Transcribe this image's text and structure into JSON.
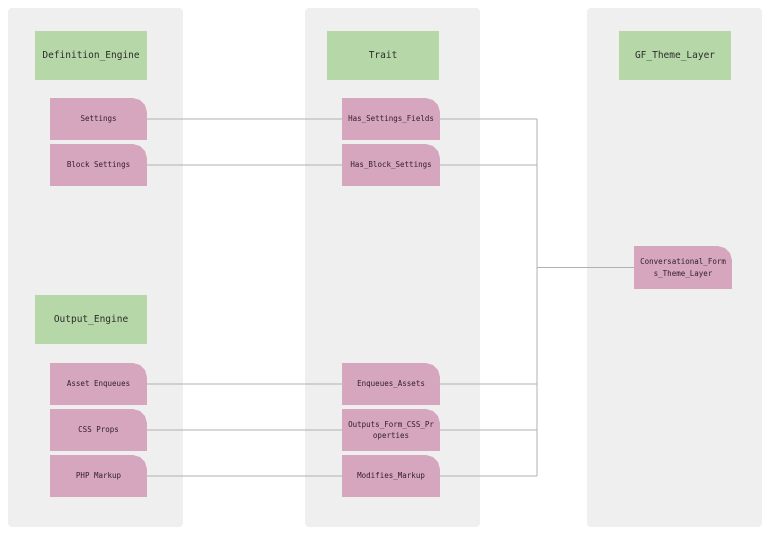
{
  "colors": {
    "background": "#ffffff",
    "lane_bg": "#efefef",
    "header_fill": "#b6d7a8",
    "node_fill": "#d5a6bd",
    "edge_line": "#b0b0b0",
    "header_text": "#2d2d2d",
    "node_text": "#33202e"
  },
  "headers": {
    "definition_engine": "Definition_Engine",
    "trait": "Trait",
    "gf_theme_layer": "GF_Theme_Layer",
    "output_engine": "Output_Engine"
  },
  "nodes": {
    "settings": "Settings",
    "block_settings": "Block Settings",
    "asset_enqueues": "Asset Enqueues",
    "css_props": "CSS Props",
    "php_markup": "PHP Markup",
    "has_settings_fields": "Has_Settings_Fields",
    "has_block_settings": "Has_Block_Settings",
    "enqueues_assets": "Enqueues_Assets",
    "outputs_form_css_properties": "Outputs_Form_CSS_Pr\noperties",
    "modifies_markup": "Modifies_Markup",
    "conversational_forms_theme_layer": "Conversational_Form\ns_Theme_Layer"
  },
  "edges": [
    {
      "from": "Settings",
      "to": "Has_Settings_Fields"
    },
    {
      "from": "Block Settings",
      "to": "Has_Block_Settings"
    },
    {
      "from": "Asset Enqueues",
      "to": "Enqueues_Assets"
    },
    {
      "from": "CSS Props",
      "to": "Outputs_Form_CSS_Properties"
    },
    {
      "from": "PHP Markup",
      "to": "Modifies_Markup"
    },
    {
      "from": "Has_Settings_Fields",
      "to": "Conversational_Forms_Theme_Layer"
    },
    {
      "from": "Has_Block_Settings",
      "to": "Conversational_Forms_Theme_Layer"
    },
    {
      "from": "Enqueues_Assets",
      "to": "Conversational_Forms_Theme_Layer"
    },
    {
      "from": "Outputs_Form_CSS_Properties",
      "to": "Conversational_Forms_Theme_Layer"
    },
    {
      "from": "Modifies_Markup",
      "to": "Conversational_Forms_Theme_Layer"
    }
  ]
}
